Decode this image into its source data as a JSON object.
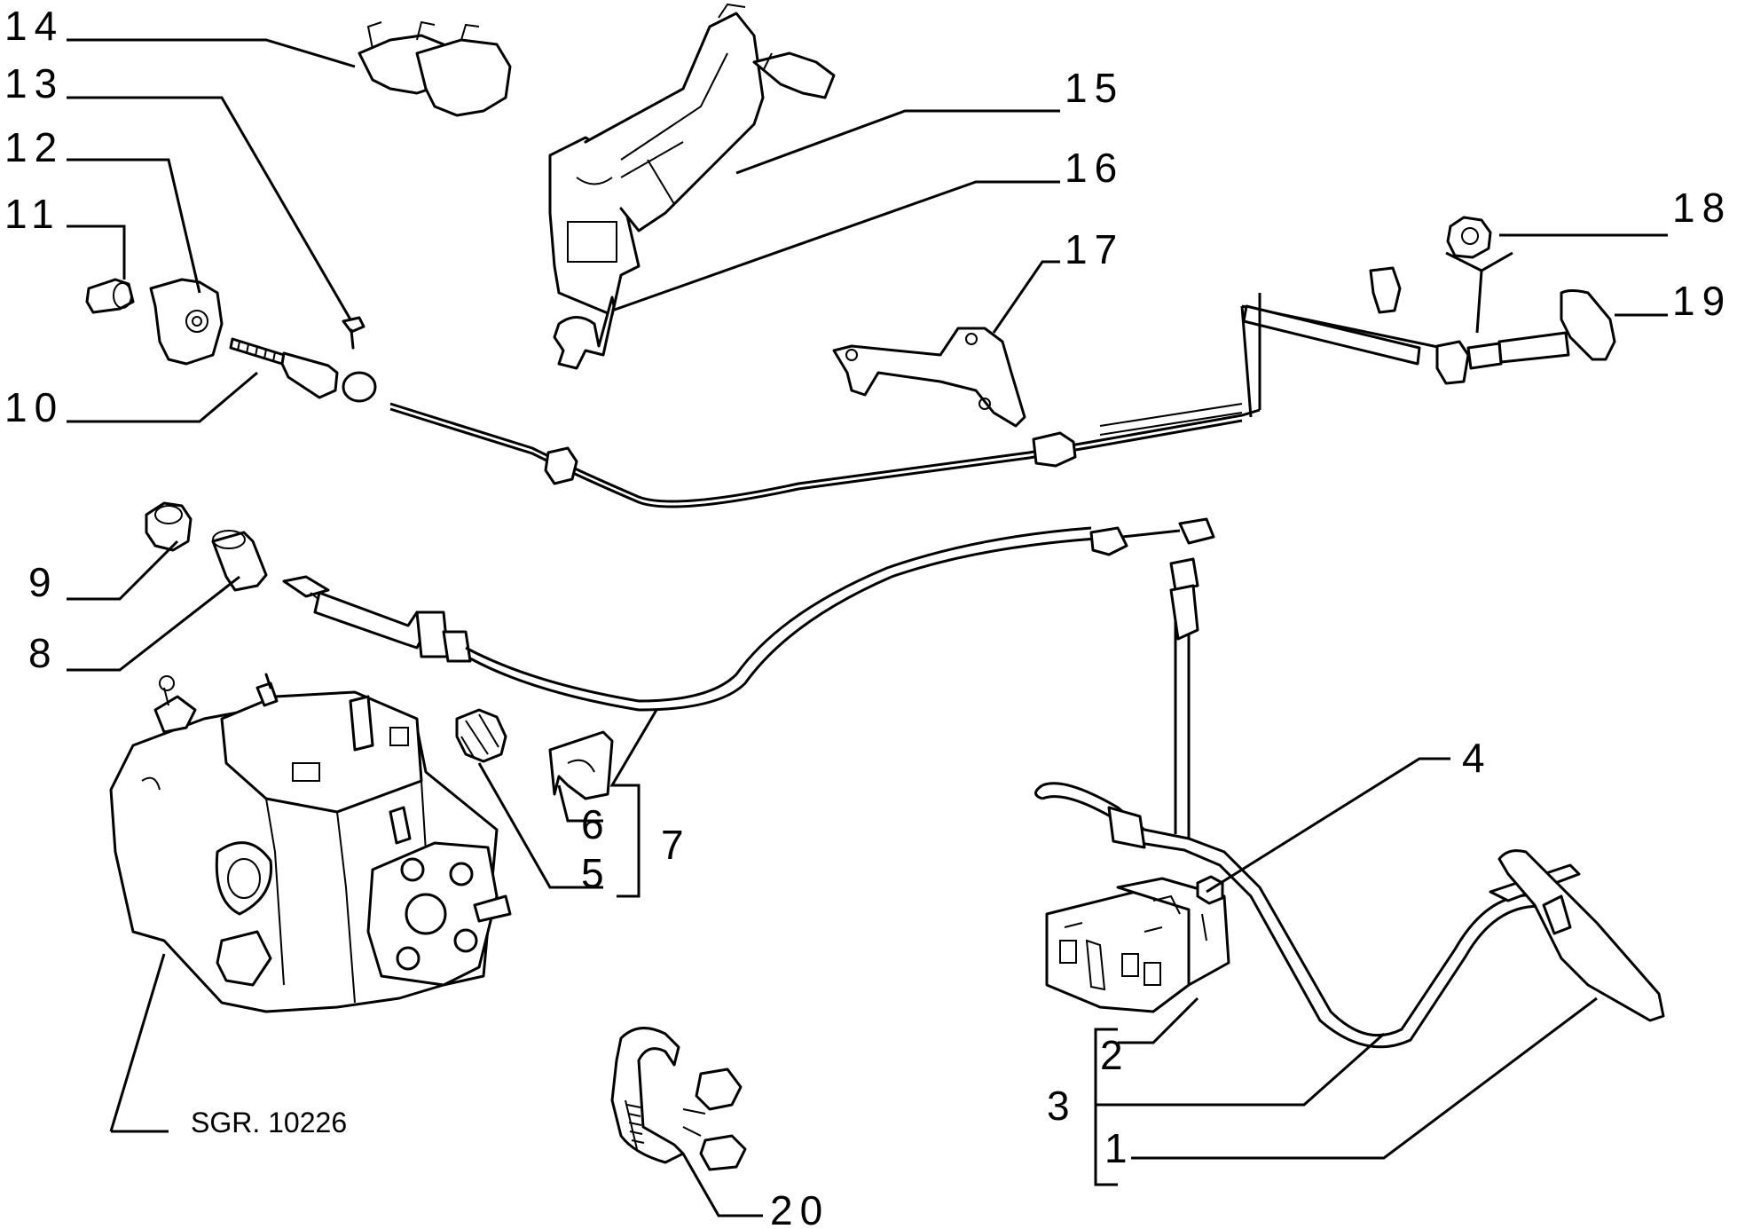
{
  "labels": {
    "l1": "1",
    "l2": "2",
    "l3": "3",
    "l4": "4",
    "l5": "5",
    "l6": "6",
    "l7": "7",
    "l8": "8",
    "l9": "9",
    "l10": "10",
    "l11": "11",
    "l12": "12",
    "l13": "13",
    "l14": "14",
    "l15": "15",
    "l16": "16",
    "l17": "17",
    "l18": "18",
    "l19": "19",
    "l20": "20"
  },
  "reference": "SGR. 10226"
}
